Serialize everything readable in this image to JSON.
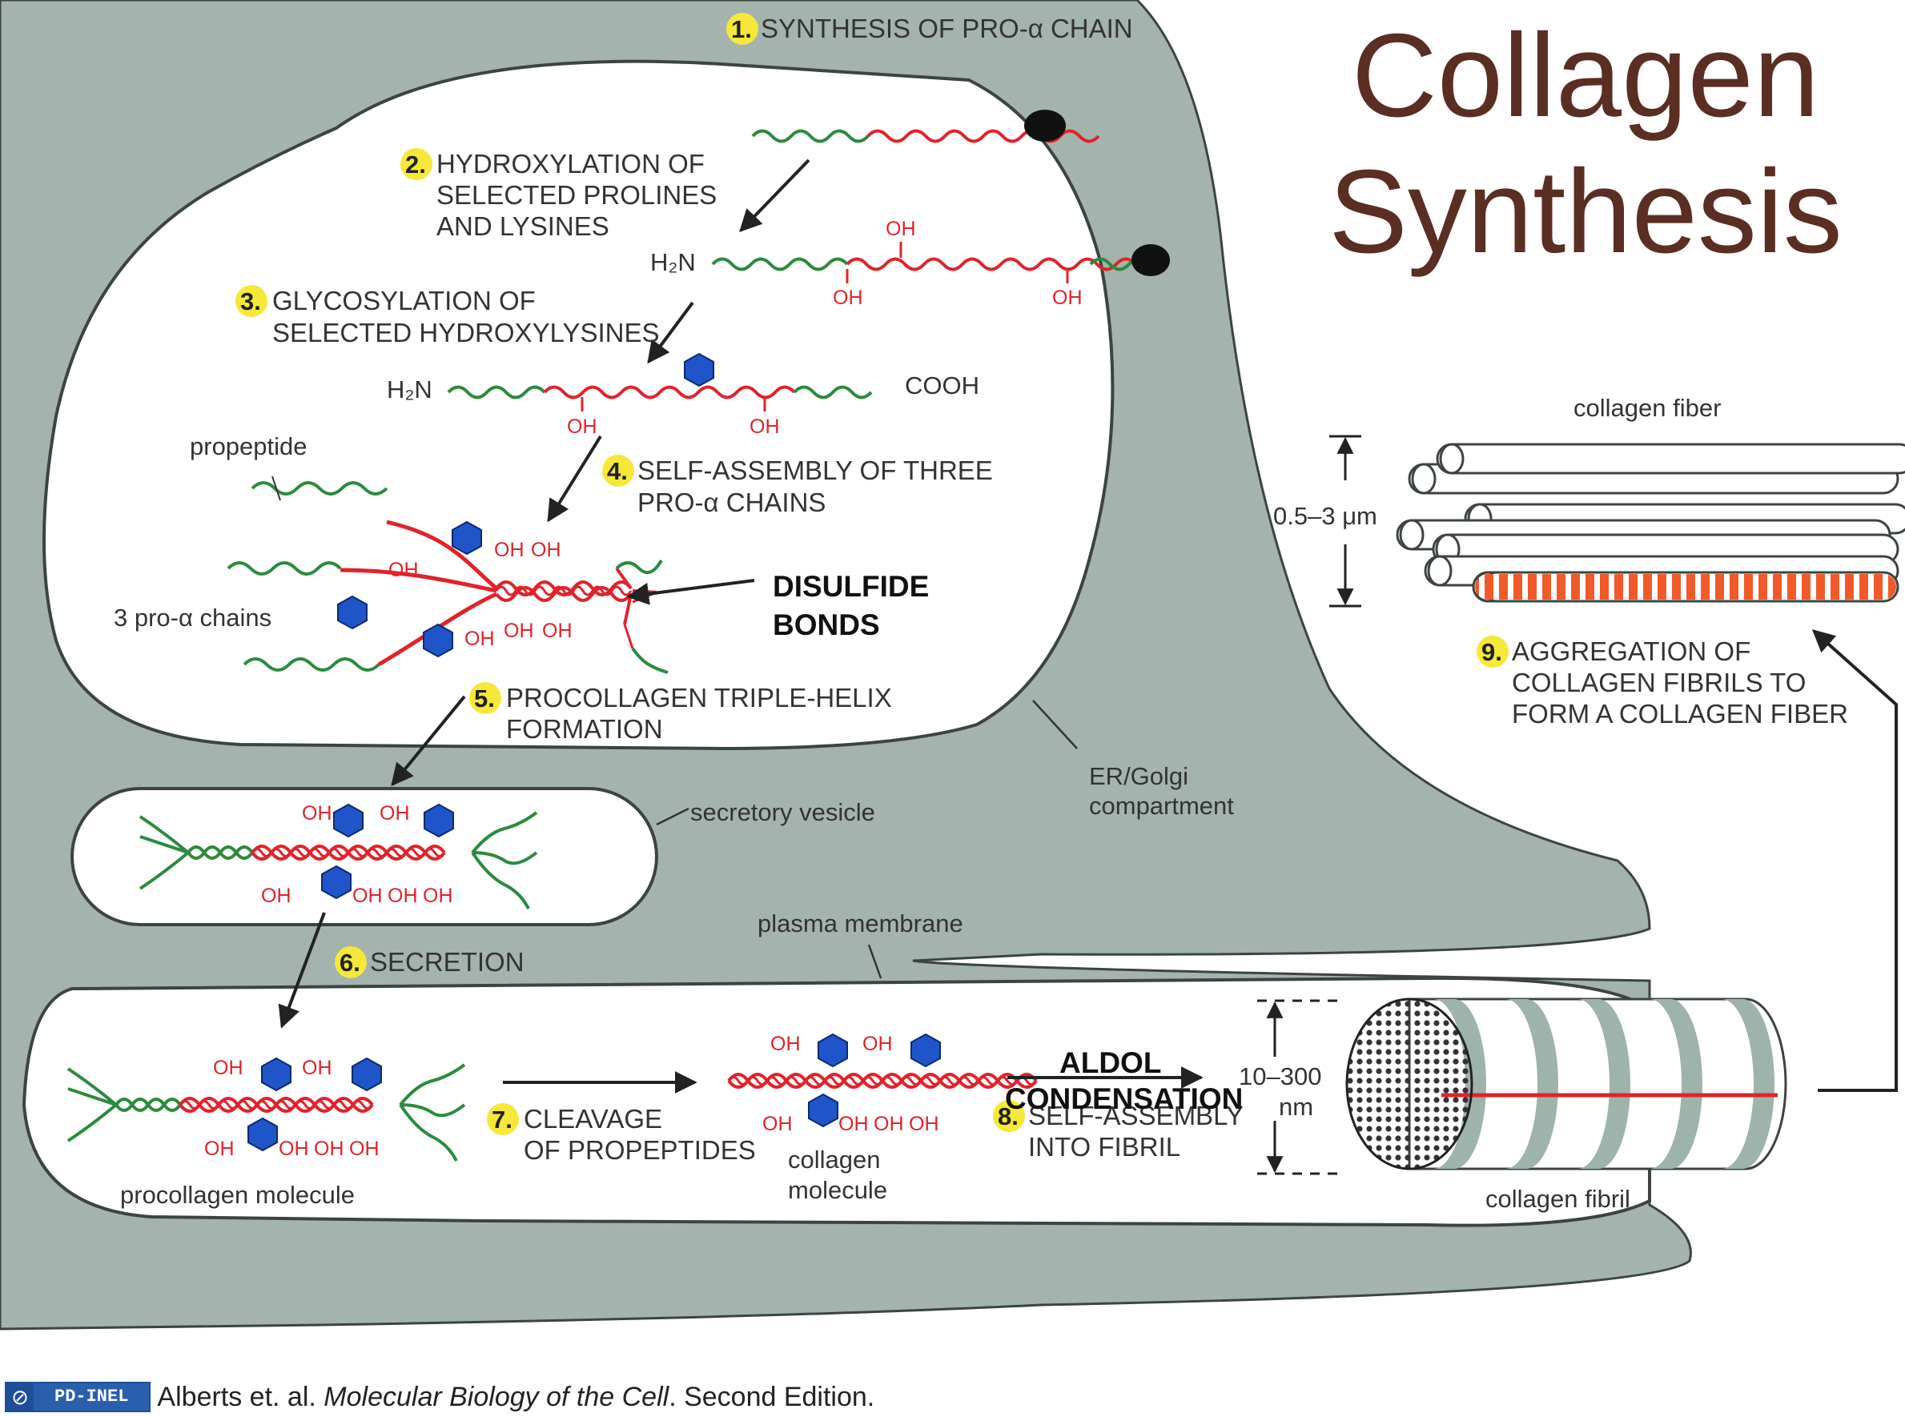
{
  "title": {
    "line1": "Collagen",
    "line2": "Synthesis"
  },
  "steps": {
    "s1": {
      "num": "1.",
      "line1": "SYNTHESIS OF PRO-α CHAIN"
    },
    "s2": {
      "num": "2.",
      "line1": "HYDROXYLATION OF",
      "line2": "SELECTED PROLINES",
      "line3": "AND LYSINES"
    },
    "s3": {
      "num": "3.",
      "line1": "GLYCOSYLATION OF",
      "line2": "SELECTED HYDROXYLYSINES"
    },
    "s4": {
      "num": "4.",
      "line1": "SELF-ASSEMBLY OF THREE",
      "line2": "PRO-α CHAINS"
    },
    "s5": {
      "num": "5.",
      "line1": "PROCOLLAGEN TRIPLE-HELIX",
      "line2": "FORMATION"
    },
    "s6": {
      "num": "6.",
      "line1": "SECRETION"
    },
    "s7": {
      "num": "7.",
      "line1": "CLEAVAGE",
      "line2": "OF PROPEPTIDES"
    },
    "s8": {
      "num": "8.",
      "line1": "SELF-ASSEMBLY",
      "line2": "INTO FIBRIL"
    },
    "s9": {
      "num": "9.",
      "line1": "AGGREGATION OF",
      "line2": "COLLAGEN FIBRILS TO",
      "line3": "FORM A COLLAGEN FIBER"
    }
  },
  "labels": {
    "propeptide": "propeptide",
    "pro_alpha_chains": "3 pro-α chains",
    "secretory_vesicle": "secretory vesicle",
    "er_golgi_1": "ER/Golgi",
    "er_golgi_2": "compartment",
    "plasma_membrane": "plasma membrane",
    "procollagen_molecule": "procollagen molecule",
    "collagen_molecule_1": "collagen",
    "collagen_molecule_2": "molecule",
    "collagen_fibril": "collagen fibril",
    "collagen_fiber": "collagen fiber",
    "fiber_size": "0.5–3 μm",
    "fibril_size_1": "10–300",
    "fibril_size_2": "nm"
  },
  "chem": {
    "oh": "OH",
    "h2n": "H₂N",
    "cooh": "COOH"
  },
  "annotations": {
    "disulfide_1": "DISULFIDE",
    "disulfide_2": "BONDS",
    "aldol_1": "ALDOL",
    "aldol_2": "CONDENSATION"
  },
  "credit": {
    "badge_text": "PD-INEL",
    "authors": "Alberts et. al.",
    "work": "Molecular Biology of the Cell",
    "edition": ". Second Edition."
  },
  "colors": {
    "cell": "#a4b3ad",
    "outline": "#3d4440",
    "chain_red": "#e0232b",
    "chain_green": "#2b8a3e",
    "sugar_blue": "#1f55c9",
    "step_badge": "#f5e83a",
    "title": "#5a2e23"
  }
}
